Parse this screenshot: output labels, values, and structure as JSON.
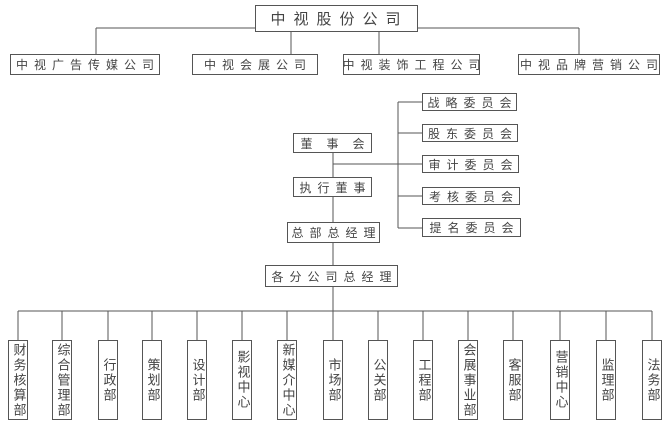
{
  "root": "中视股份公司",
  "subsidiaries": [
    "中视广告传媒公司",
    "中视会展公司",
    "中视装饰工程公司",
    "中视品牌营销公司"
  ],
  "board": "董事会",
  "executive_director": "执行董事",
  "hq_general_manager": "总部总经理",
  "branch_general_managers": "各分公司总经理",
  "committees": [
    "战略委员会",
    "股东委员会",
    "审计委员会",
    "考核委员会",
    "提名委员会"
  ],
  "departments": [
    "财务核算部",
    "综合管理部",
    "行政部",
    "策划部",
    "设计部",
    "影视中心",
    "新媒介中心",
    "市场部",
    "公关部",
    "工程部",
    "会展事业部",
    "客服部",
    "营销中心",
    "监理部",
    "法务部"
  ]
}
